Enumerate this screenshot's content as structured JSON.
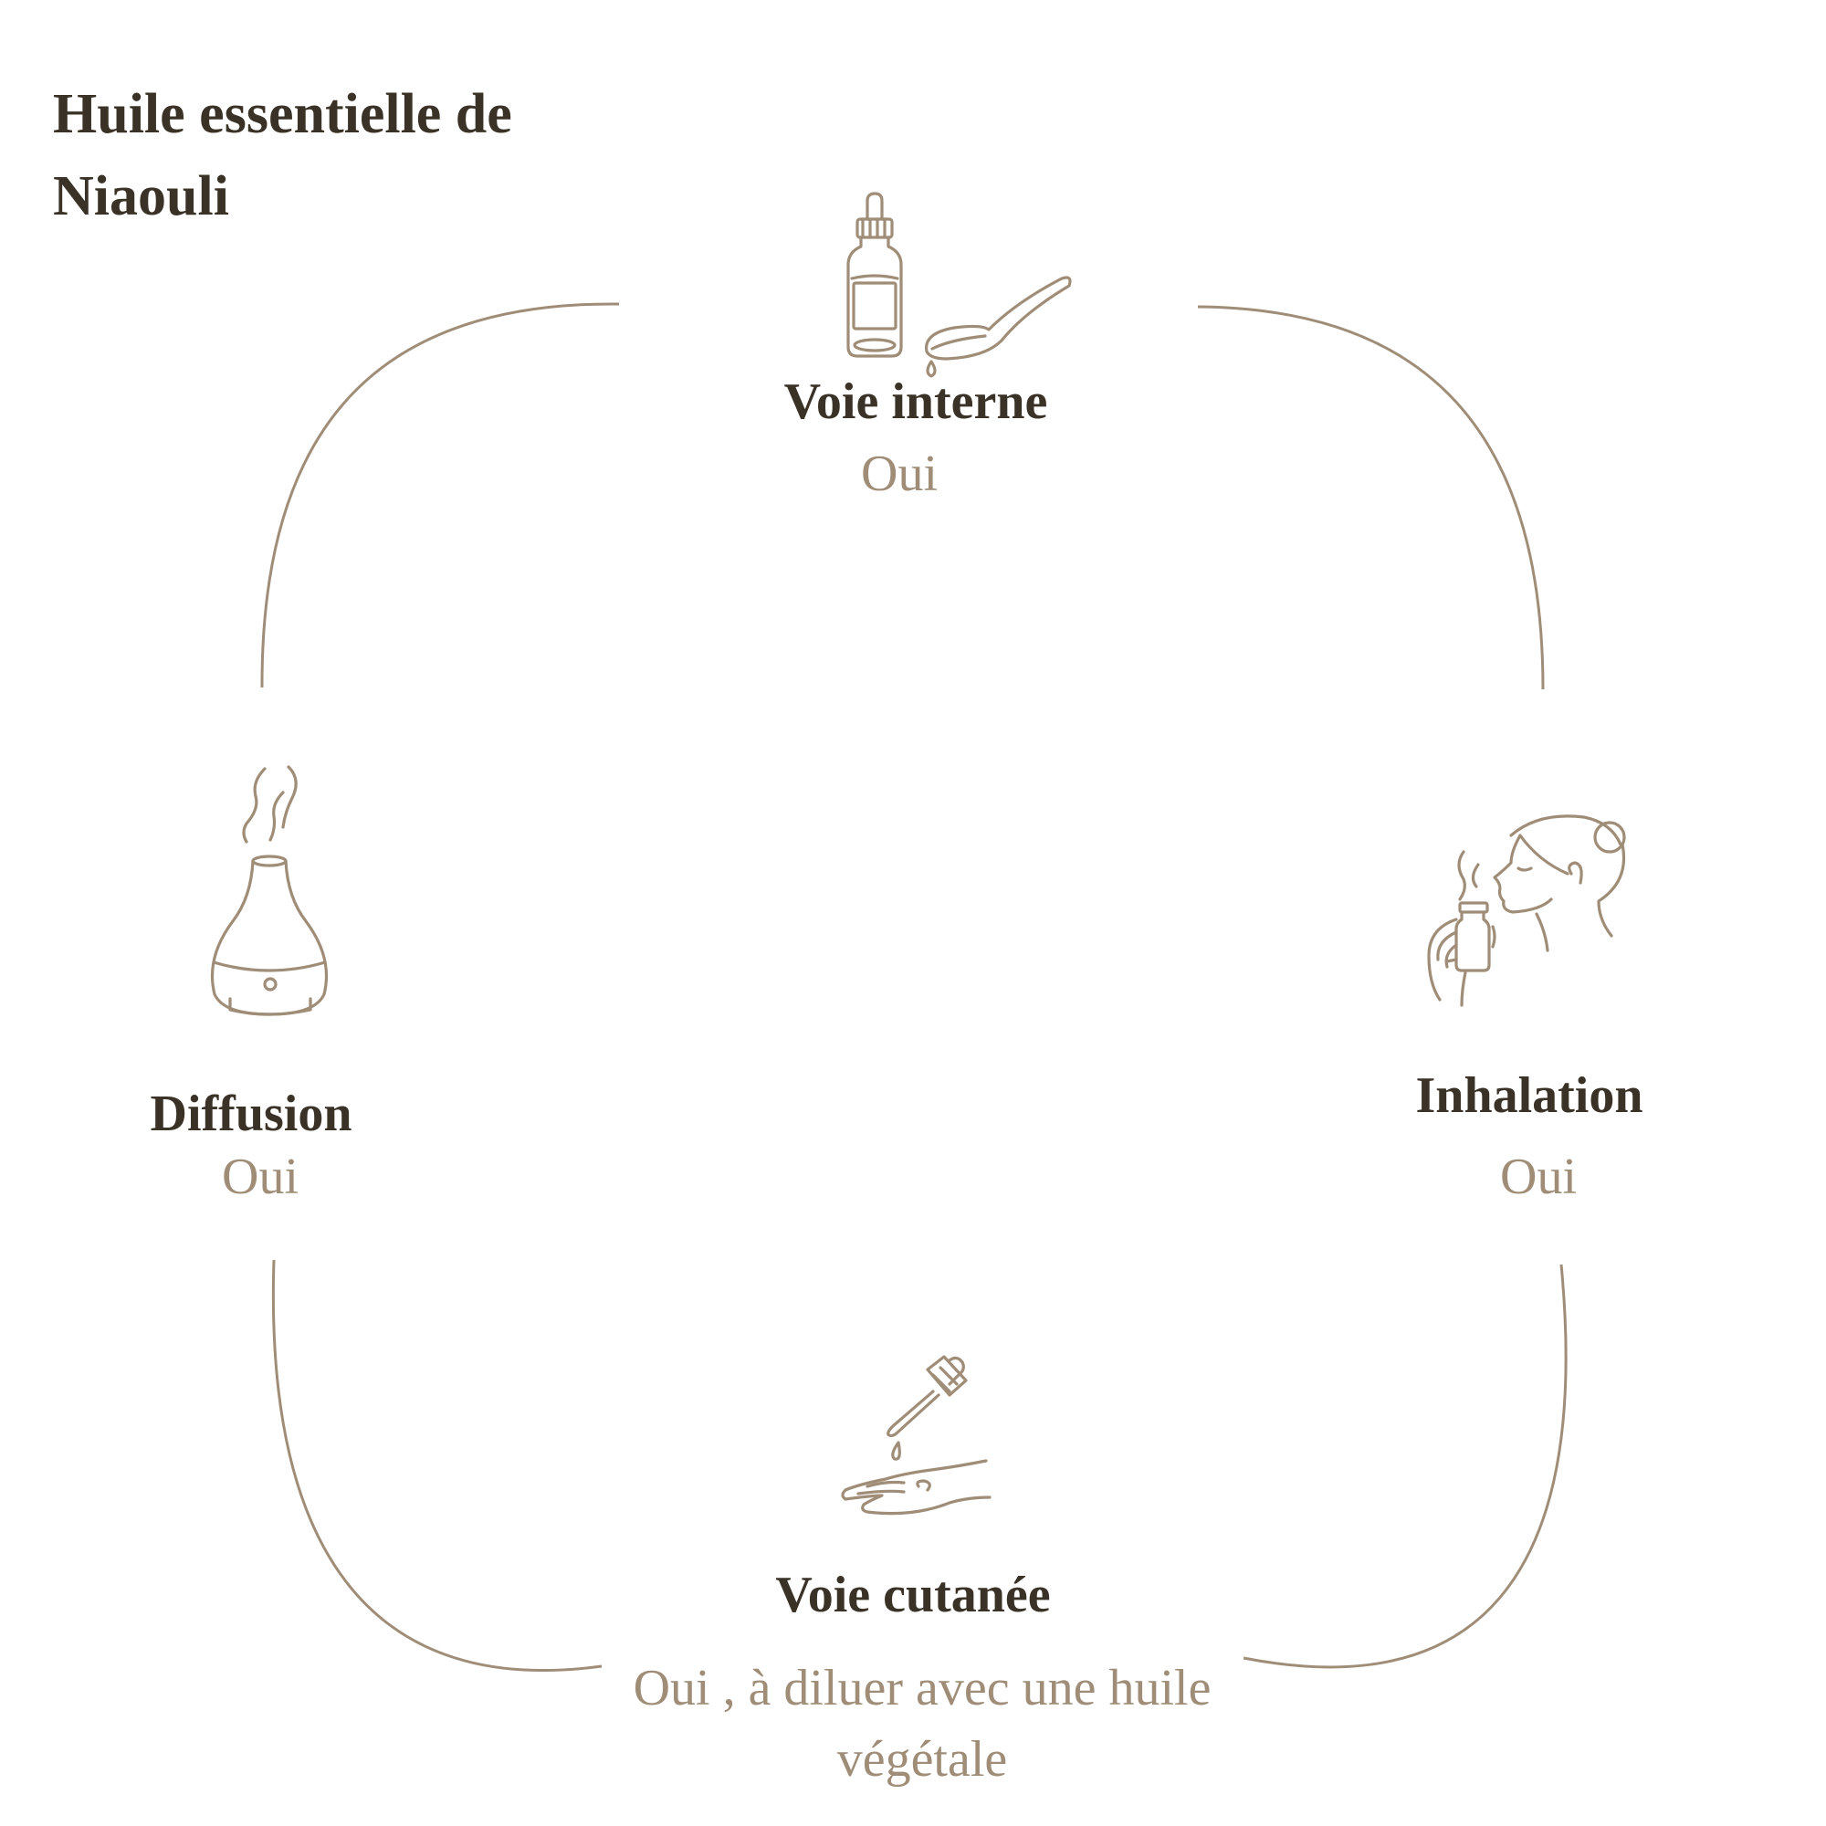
{
  "title": "Huile essentielle de Niaouli",
  "colors": {
    "text": "#3a3226",
    "accent": "#9f8d77",
    "background": "#ffffff"
  },
  "usages": [
    {
      "id": "voie-interne",
      "label": "Voie interne",
      "value": "Oui",
      "icon": "dropper-bottle-and-spoon-icon"
    },
    {
      "id": "inhalation",
      "label": "Inhalation",
      "value": "Oui",
      "icon": "woman-smelling-bottle-icon"
    },
    {
      "id": "voie-cutanee",
      "label": "Voie cutanée",
      "value": "Oui , à diluer avec une huile végétale",
      "icon": "dropper-over-hand-icon"
    },
    {
      "id": "diffusion",
      "label": "Diffusion",
      "value": "Oui",
      "icon": "diffuser-icon"
    }
  ]
}
